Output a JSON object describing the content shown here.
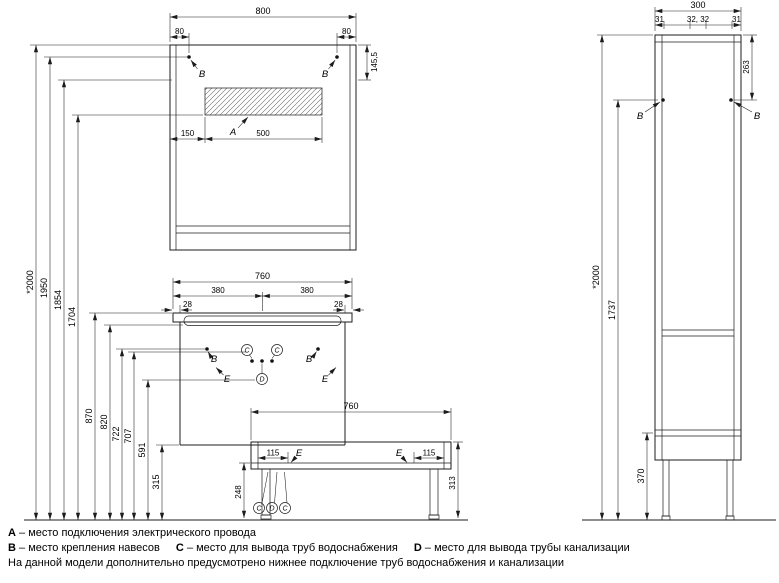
{
  "drawing": {
    "mirror": {
      "width": "800",
      "offset_left": "80",
      "offset_right": "80",
      "top_section_height": "145,5",
      "zone_offset": "150",
      "zone_width": "500",
      "zone_label": "A",
      "point_b_left": "B",
      "point_b_right": "B"
    },
    "vanity": {
      "width": "760",
      "half_left": "380",
      "half_right": "380",
      "edge_left": "28",
      "edge_right": "28",
      "point_b_left": "B",
      "point_b_right": "B",
      "point_c_left": "C",
      "point_c_right": "C",
      "point_d": "D",
      "point_e_left": "E",
      "point_e_right": "E"
    },
    "bench": {
      "width": "760",
      "inset_left": "115",
      "inset_right": "115",
      "point_e_left": "E",
      "point_e_right": "E",
      "height_inner": "248",
      "height_total": "313",
      "circle_c_left": "C",
      "circle_d": "D",
      "circle_c_right": "C"
    },
    "heights": [
      "*2000",
      "1950",
      "1854",
      "1704",
      "870",
      "820",
      "722",
      "707",
      "591",
      "315"
    ],
    "cabinet": {
      "width": "300",
      "sub_left": "31",
      "sub_mid": "32, 32",
      "sub_right": "31",
      "hinge_section": "263",
      "total_height": "*2000",
      "hinge_height": "1737",
      "bottom_section": "370",
      "point_b_left": "B",
      "point_b_right": "B"
    }
  },
  "legend": {
    "a_key": "A",
    "a_text": "– место подключения электрического провода",
    "b_key": "B",
    "b_text": "– место крепления навесов",
    "c_key": "C",
    "c_text": "– место для вывода труб водоснабжения",
    "d_key": "D",
    "d_text": "– место для вывода трубы канализации",
    "note": "На данной модели дополнительно предусмотрено нижнее подключение труб водоснабжения и канализации"
  }
}
